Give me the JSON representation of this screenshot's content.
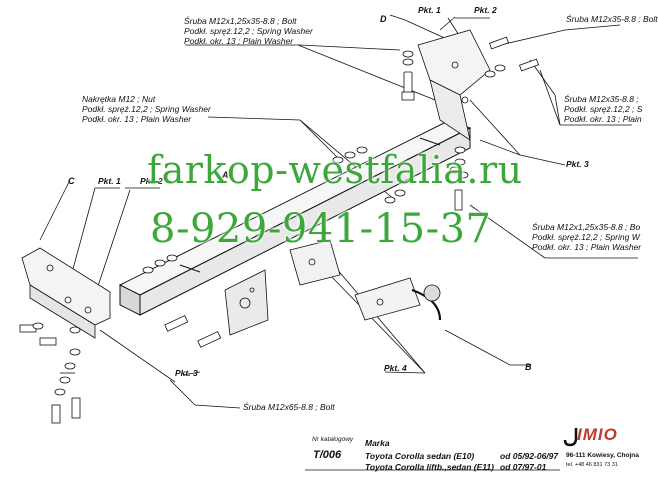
{
  "watermark": {
    "site": "farkop-westfalia.ru",
    "phone": "8-929-941-15-37",
    "color": "#3ca83c"
  },
  "callouts": {
    "bolt_top": [
      "Śruba M12x1,25x35-8.8 ;  Bolt",
      "Podkł. spręż.12,2 ; Spring Washer",
      "Podkł. okr. 13 ; Plain Washer"
    ],
    "bolt_top_right": "Śruba M12x35-8.8 ; Bolt",
    "nut_left": [
      "Nakrętka  M12 ; Nut",
      "Podkł. spręż.12,2 ; Spring Washer",
      "Podkł. okr. 13 ; Plain Washer"
    ],
    "bolt_right_mid": [
      "Śruba M12x35-8.8 ;",
      "Podkł. spręż.12,2 ; S",
      "Podkł. okr. 13 ; Plain"
    ],
    "bolt_right_low": [
      "Śruba M12x1,25x35-8.8 ;  Bo",
      "Podkł. spręż.12,2 ; Spring W",
      "Podkł. okr. 13 ; Plain Washer"
    ],
    "bolt_bottom": "Śruba M12x65-8.8 ;  Bolt"
  },
  "letters": {
    "c": "C",
    "d": "D",
    "b": "B",
    "a": "A"
  },
  "points": {
    "pkt1_top": "Pkt. 1",
    "pkt2_top": "Pkt. 2",
    "pkt1_left": "Pkt. 1",
    "pkt2_left": "Pkt. 2",
    "pkt3_right": "Pkt. 3",
    "pkt3_left": "Pkt. 3",
    "pkt4": "Pkt. 4"
  },
  "footer": {
    "catalog_label": "Nr katalogowy",
    "brand_label": "Marka",
    "catalog_no": "T/006",
    "model1": "Toyota Corolla sedan (E10)",
    "model2": "Toyota Corolla liftb.,sedan (E11)",
    "date1": "od 05/92-06/97",
    "date2": "od  07/97-01",
    "logo": "IMIO",
    "address": "96-111 Kowiesy, Chojna",
    "phone": "tel. +48 46 831 73 31",
    "logo_color": "#c0392b"
  }
}
